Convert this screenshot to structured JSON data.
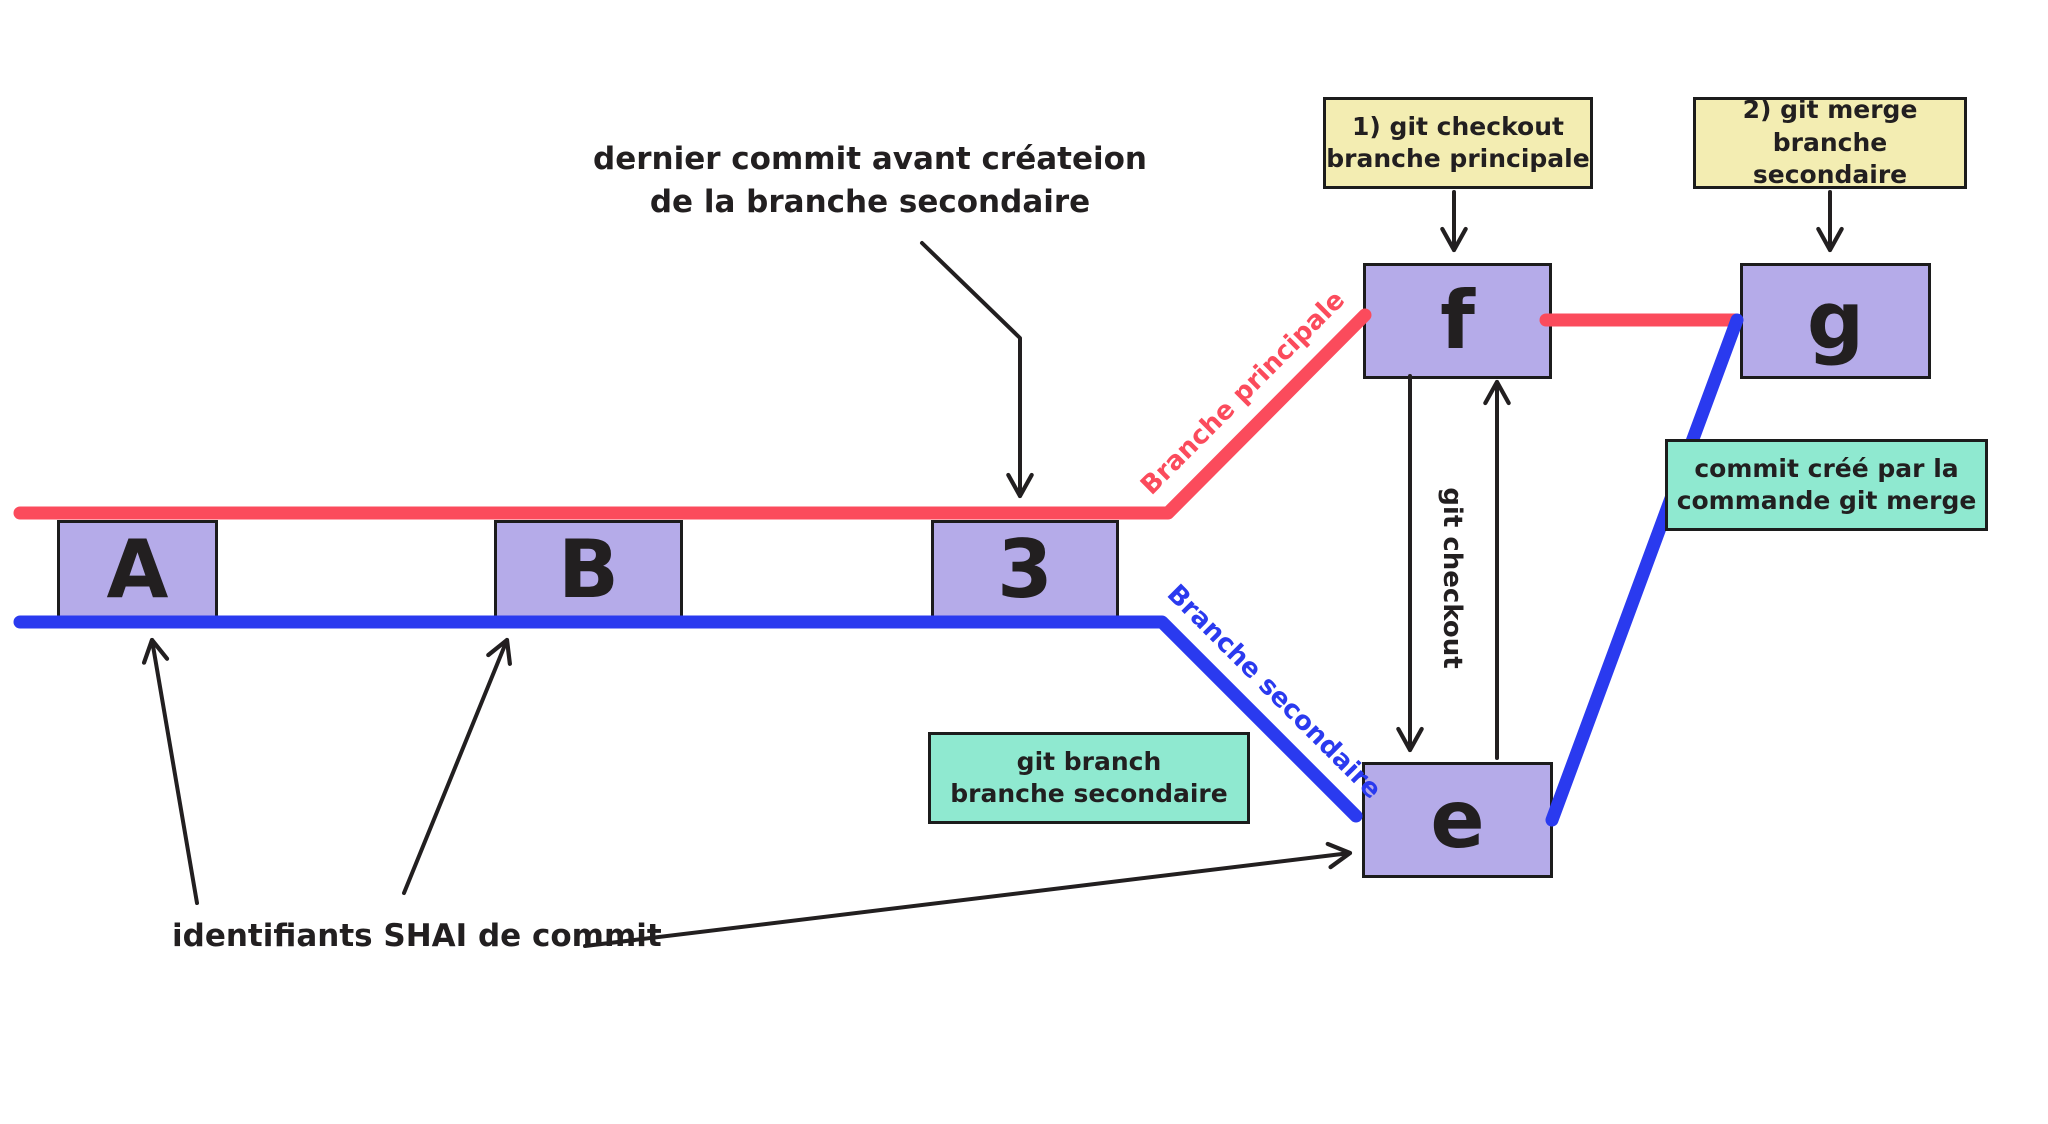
{
  "diagram_title": "dernier commit avant créateion\nde la branche secondaire",
  "sha_label": "identifiants SHAI de commit",
  "branches": {
    "main_label": "Branche principale",
    "secondary_label": "Branche secondaire"
  },
  "commits": {
    "a": "A",
    "b": "B",
    "three": "3",
    "f": "f",
    "g": "g",
    "e": "e"
  },
  "callouts": {
    "checkout_main": "1) git checkout\nbranche principale",
    "merge_secondary": "2) git merge\nbranche secondaire",
    "git_branch": "git branch\nbranche secondaire",
    "merge_commit": "commit créé par la\ncommande git merge",
    "git_checkout": "git checkout"
  },
  "colors": {
    "branch-main": "#fb4b5c",
    "branch-secondary": "#2a3aef",
    "commit-fill": "#b5abe9",
    "callout-yellow": "#f3edb2",
    "callout-teal": "#8fe9d0",
    "ink": "#221f20"
  }
}
